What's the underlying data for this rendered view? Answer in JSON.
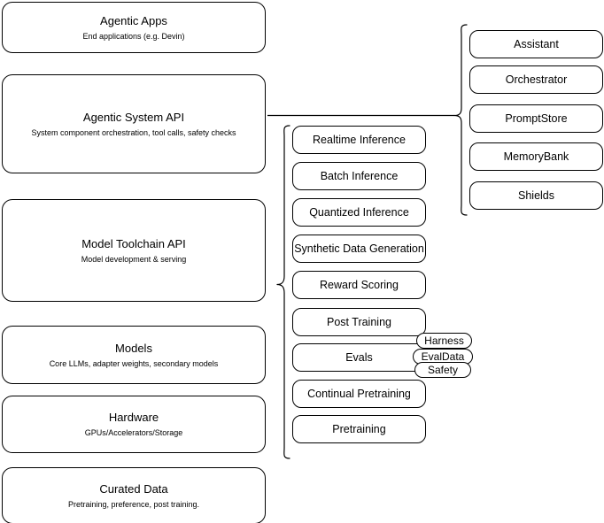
{
  "diagram": {
    "title": "Agentic stack layered architecture",
    "stroke_color": "#000000",
    "background_color": "#ffffff",
    "layers": [
      {
        "name": "agentic-apps",
        "title": "Agentic Apps",
        "subtitle": "End applications (e.g. Devin)"
      },
      {
        "name": "agentic-system-api",
        "title": "Agentic System API",
        "subtitle": "System component orchestration, tool calls, safety checks"
      },
      {
        "name": "model-toolchain-api",
        "title": "Model Toolchain API",
        "subtitle": "Model development & serving"
      },
      {
        "name": "models",
        "title": "Models",
        "subtitle": "Core LLMs, adapter weights, secondary models"
      },
      {
        "name": "hardware",
        "title": "Hardware",
        "subtitle": "GPUs/Accelerators/Storage"
      },
      {
        "name": "curated-data",
        "title": "Curated Data",
        "subtitle": "Pretraining, preference, post training."
      }
    ],
    "toolchain_components": [
      {
        "name": "realtime-inference",
        "label": "Realtime Inference"
      },
      {
        "name": "batch-inference",
        "label": "Batch Inference"
      },
      {
        "name": "quantized-inference",
        "label": "Quantized Inference"
      },
      {
        "name": "synthetic-data-generation",
        "label": "Synthetic Data Generation"
      },
      {
        "name": "reward-scoring",
        "label": "Reward Scoring"
      },
      {
        "name": "post-training",
        "label": "Post Training"
      },
      {
        "name": "evals",
        "label": "Evals"
      },
      {
        "name": "continual-pretraining",
        "label": "Continual Pretraining"
      },
      {
        "name": "pretraining",
        "label": "Pretraining"
      }
    ],
    "evals_subcomponents": [
      {
        "name": "harness",
        "label": "Harness"
      },
      {
        "name": "evaldata",
        "label": "EvalData"
      },
      {
        "name": "safety",
        "label": "Safety"
      }
    ],
    "system_components": [
      {
        "name": "assistant",
        "label": "Assistant"
      },
      {
        "name": "orchestrator",
        "label": "Orchestrator"
      },
      {
        "name": "promptstore",
        "label": "PromptStore"
      },
      {
        "name": "memorybank",
        "label": "MemoryBank"
      },
      {
        "name": "shields",
        "label": "Shields"
      }
    ]
  }
}
